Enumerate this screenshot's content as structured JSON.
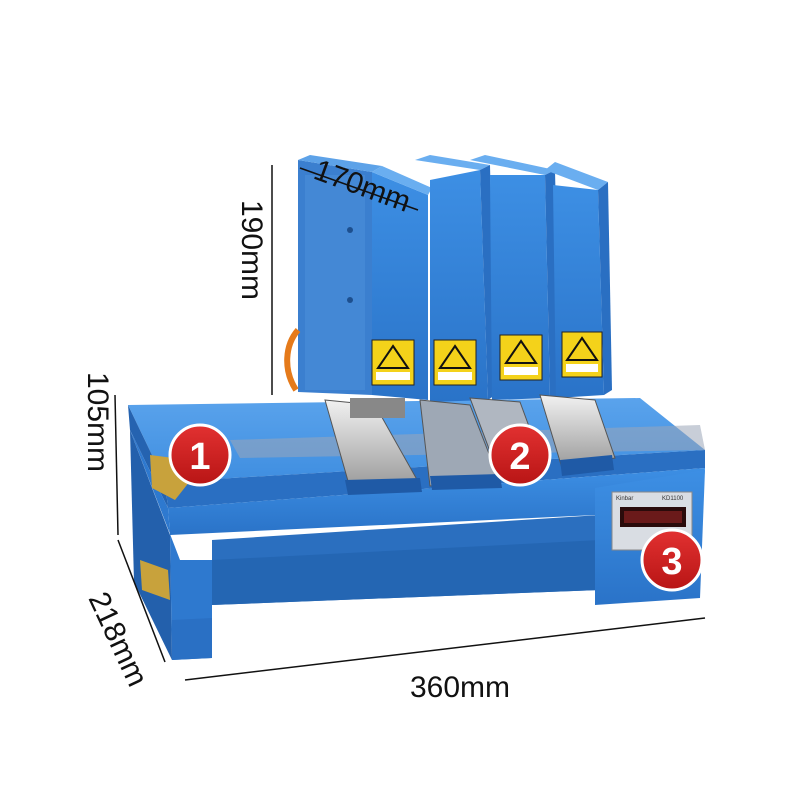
{
  "dimensions": {
    "depth_top": "170mm",
    "height_head": "190mm",
    "height_base": "105mm",
    "depth_base": "218mm",
    "width": "360mm"
  },
  "badges": {
    "one": "1",
    "two": "2",
    "three": "3"
  },
  "counter": {
    "brand": "Kinbar",
    "model": "KD1100"
  },
  "colors": {
    "machine_blue": "#2f7fd6",
    "badge_red": "#cf1f1f",
    "warning_yellow": "#f4d21a"
  },
  "icons": [
    "warning-triangle-icon",
    "counter-display"
  ]
}
